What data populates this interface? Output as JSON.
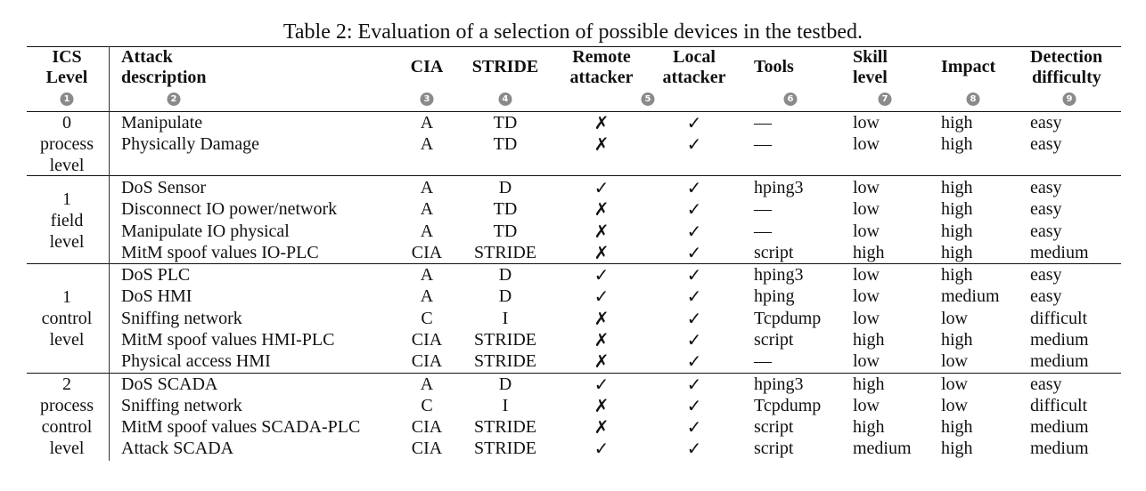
{
  "caption": "Table 2: Evaluation of a selection of possible devices in the testbed.",
  "headers": {
    "ics_level": [
      "ICS",
      "Level"
    ],
    "attack": [
      "Attack",
      "description"
    ],
    "cia": "CIA",
    "stride": "STRIDE",
    "remote": [
      "Remote",
      "attacker"
    ],
    "local": [
      "Local",
      "attacker"
    ],
    "tools": "Tools",
    "skill": [
      "Skill",
      "level"
    ],
    "impact": "Impact",
    "detection": [
      "Detection",
      "difficulty"
    ],
    "badges": [
      "1",
      "2",
      "3",
      "4",
      "5",
      "6",
      "7",
      "8",
      "9"
    ]
  },
  "groups": [
    {
      "level": [
        "0",
        "process",
        "level"
      ]
    },
    {
      "level": [
        "1",
        "field",
        "level"
      ]
    },
    {
      "level": [
        "1",
        "control",
        "level"
      ]
    },
    {
      "level": [
        "2",
        "process",
        "control",
        "level"
      ]
    }
  ],
  "rows": [
    {
      "attack": "Manipulate",
      "cia": "A",
      "stride": "TD",
      "remote": "✗",
      "local": "✓",
      "tools": "—",
      "skill": "low",
      "impact": "high",
      "detection": "easy"
    },
    {
      "attack": "Physically Damage",
      "cia": "A",
      "stride": "TD",
      "remote": "✗",
      "local": "✓",
      "tools": "—",
      "skill": "low",
      "impact": "high",
      "detection": "easy"
    },
    {
      "attack": "DoS Sensor",
      "cia": "A",
      "stride": "D",
      "remote": "✓",
      "local": "✓",
      "tools": "hping3",
      "skill": "low",
      "impact": "high",
      "detection": "easy"
    },
    {
      "attack": "Disconnect IO power/network",
      "cia": "A",
      "stride": "TD",
      "remote": "✗",
      "local": "✓",
      "tools": "—",
      "skill": "low",
      "impact": "high",
      "detection": "easy"
    },
    {
      "attack": "Manipulate IO physical",
      "cia": "A",
      "stride": "TD",
      "remote": "✗",
      "local": "✓",
      "tools": "—",
      "skill": "low",
      "impact": "high",
      "detection": "easy"
    },
    {
      "attack": "MitM spoof values IO-PLC",
      "cia": "CIA",
      "stride": "STRIDE",
      "remote": "✗",
      "local": "✓",
      "tools": "script",
      "skill": "high",
      "impact": "high",
      "detection": "medium"
    },
    {
      "attack": "DoS PLC",
      "cia": "A",
      "stride": "D",
      "remote": "✓",
      "local": "✓",
      "tools": "hping3",
      "skill": "low",
      "impact": "high",
      "detection": "easy"
    },
    {
      "attack": "DoS HMI",
      "cia": "A",
      "stride": "D",
      "remote": "✓",
      "local": "✓",
      "tools": "hping",
      "skill": "low",
      "impact": "medium",
      "detection": "easy"
    },
    {
      "attack": "Sniffing network",
      "cia": "C",
      "stride": "I",
      "remote": "✗",
      "local": "✓",
      "tools": "Tcpdump",
      "skill": "low",
      "impact": "low",
      "detection": "difficult"
    },
    {
      "attack": "MitM spoof values HMI-PLC",
      "cia": "CIA",
      "stride": "STRIDE",
      "remote": "✗",
      "local": "✓",
      "tools": "script",
      "skill": "high",
      "impact": "high",
      "detection": "medium"
    },
    {
      "attack": "Physical access HMI",
      "cia": "CIA",
      "stride": "STRIDE",
      "remote": "✗",
      "local": "✓",
      "tools": "—",
      "skill": "low",
      "impact": "low",
      "detection": "medium"
    },
    {
      "attack": "DoS SCADA",
      "cia": "A",
      "stride": "D",
      "remote": "✓",
      "local": "✓",
      "tools": "hping3",
      "skill": "high",
      "impact": "low",
      "detection": "easy"
    },
    {
      "attack": "Sniffing network",
      "cia": "C",
      "stride": "I",
      "remote": "✗",
      "local": "✓",
      "tools": "Tcpdump",
      "skill": "low",
      "impact": "low",
      "detection": "difficult"
    },
    {
      "attack": "MitM spoof values SCADA-PLC",
      "cia": "CIA",
      "stride": "STRIDE",
      "remote": "✗",
      "local": "✓",
      "tools": "script",
      "skill": "high",
      "impact": "high",
      "detection": "medium"
    },
    {
      "attack": "Attack SCADA",
      "cia": "CIA",
      "stride": "STRIDE",
      "remote": "✓",
      "local": "✓",
      "tools": "script",
      "skill": "medium",
      "impact": "high",
      "detection": "medium"
    }
  ]
}
